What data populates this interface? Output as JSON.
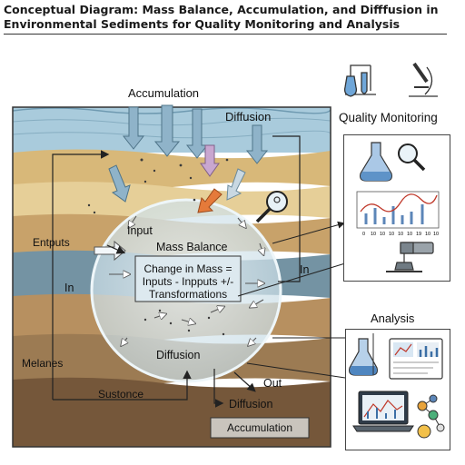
{
  "title": {
    "line1": "Conceptual Diagram: Mass Balance, Accumulation, and Difffusion in",
    "line2": "Environmental Sediments for Quality Monitoring and Analysis"
  },
  "labels": {
    "accumulation_top": "Accumulation",
    "diffusion_top": "Diffusion",
    "quality_monitoring": "Quality Monitoring",
    "input": "Input",
    "entputs": "Entputs",
    "mass_balance": "Mass Balance",
    "in_left": "In",
    "in_right": "In",
    "equation_line1": "Change in Mass =",
    "equation_line2": "Inputs - Inpputs +/-",
    "equation_line3": "Transformations",
    "melanes": "Melanes",
    "diffusion_mid": "Diffusion",
    "out": "Out",
    "sustonce": "Sustonce",
    "diffusion_bottom": "Diffusion",
    "accumulation_bottom": "Accumulation",
    "analysis": "Analysis"
  },
  "graph_axis": [
    "0",
    "10",
    "10",
    "10",
    "10",
    "10",
    "19",
    "10",
    "10"
  ],
  "colors": {
    "water": "#9fc3d6",
    "sand_light": "#e3c98f",
    "sand": "#c9a46a",
    "clay_blue": "#6f8fa0",
    "mud": "#9a7a52",
    "dark_mud": "#6e5236",
    "arrow_blue": "#8fb2c8",
    "arrow_orange": "#e57a3a",
    "arrow_purple": "#c9a6cf"
  }
}
